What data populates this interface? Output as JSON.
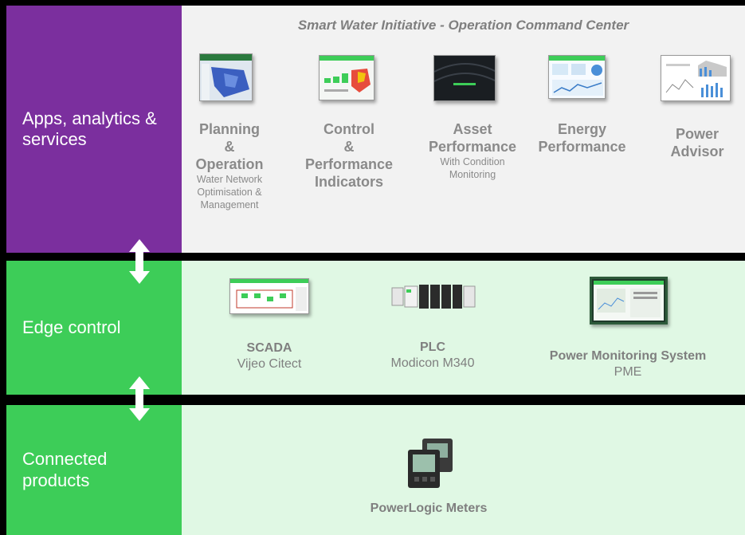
{
  "layers": {
    "apps": {
      "label": "Apps, analytics & services",
      "subtitle": "Smart Water Initiative - Operation Command Center",
      "items": [
        {
          "heading_lines": [
            "Planning",
            "&",
            "Operation"
          ],
          "sub_lines": [
            "Water Network",
            "Optimisation &",
            "Management"
          ]
        },
        {
          "heading_lines": [
            "Control",
            "&",
            "Performance",
            "Indicators"
          ],
          "sub_lines": []
        },
        {
          "heading_lines": [
            "Asset",
            "Performance"
          ],
          "sub_lines": [
            "With Condition",
            "Monitoring"
          ]
        },
        {
          "heading_lines": [
            "Energy",
            "Performance"
          ],
          "sub_lines": []
        },
        {
          "heading_lines": [
            "Power",
            "Advisor"
          ],
          "sub_lines": []
        }
      ]
    },
    "edge": {
      "label": "Edge control",
      "items": [
        {
          "name": "SCADA",
          "detail": "Vijeo Citect"
        },
        {
          "name": "PLC",
          "detail": "Modicon M340"
        },
        {
          "name": "Power Monitoring System",
          "detail": "PME"
        }
      ]
    },
    "products": {
      "label_lines": [
        "Connected",
        "products"
      ],
      "items": [
        {
          "name": "PowerLogic Meters"
        }
      ]
    }
  },
  "colors": {
    "purple": "#7b2f9e",
    "green": "#3dcd58",
    "light_green": "#e0f8e4",
    "light_gray": "#f2f2f2",
    "text_gray": "#8a8a8a"
  }
}
